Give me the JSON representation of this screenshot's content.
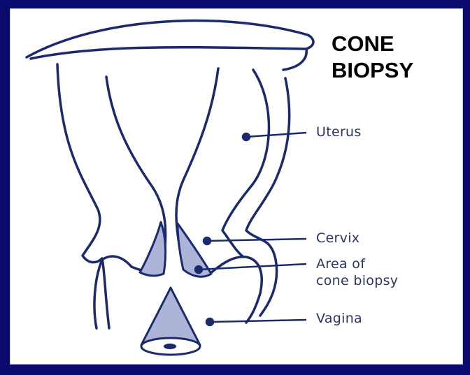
{
  "title": {
    "line1": "CONE",
    "line2": "BIOPSY"
  },
  "labels": {
    "uterus": "Uterus",
    "cervix": "Cervix",
    "cone_area_line1": "Area of",
    "cone_area_line2": "cone biopsy",
    "vagina": "Vagina"
  },
  "colors": {
    "background": "#0a0a6e",
    "outline": "#1a2a6c",
    "cone_fill": "#aeb3d8",
    "text": "#2a3566"
  }
}
